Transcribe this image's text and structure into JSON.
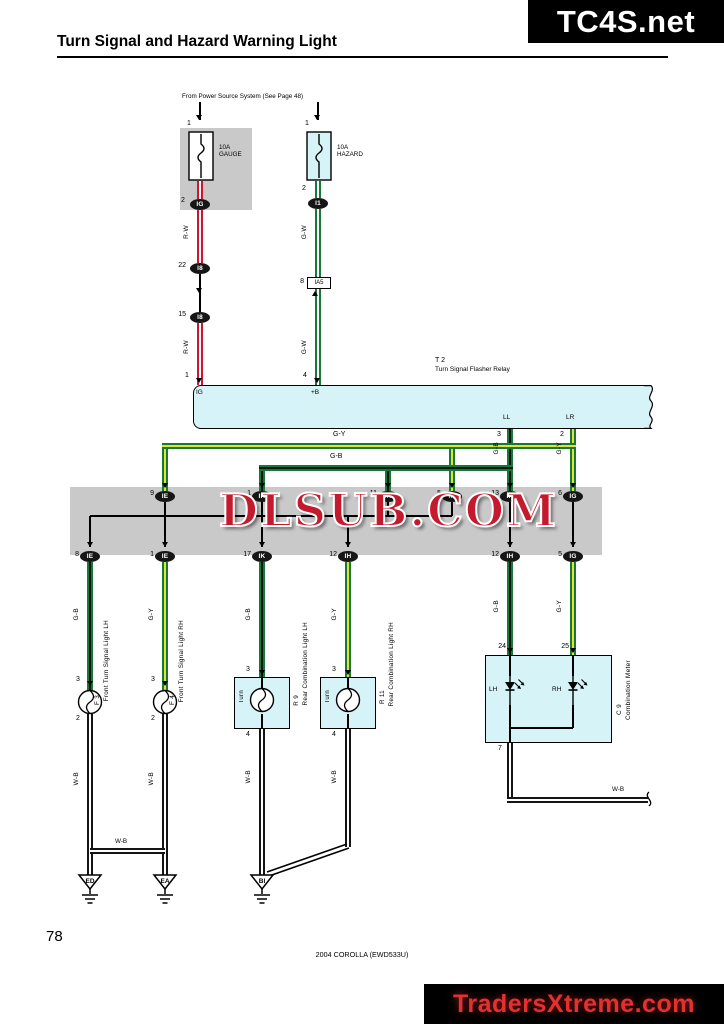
{
  "page": {
    "header": {
      "title": "Turn Signal and Hazard Warning Light",
      "site_badge": "TC4S.net"
    },
    "watermark": "DLSUB.COM",
    "footer": {
      "page_number": "78",
      "doc_ref": "2004 COROLLA (EWD533U)",
      "site_badge": "TradersXtreme.com"
    }
  },
  "wires": {
    "rw": "R-W",
    "gw": "G-W",
    "gy": "G-Y",
    "gb": "G-B",
    "wb": "W-B"
  },
  "diagram": {
    "source_note": "From Power Source System (See Page 48)",
    "fuse_gauge": {
      "pin_top": "1",
      "rating": "10A",
      "name": "GAUGE",
      "pin_bottom": "2",
      "connector": "IG"
    },
    "fuse_hazard": {
      "pin_top": "1",
      "rating": "10A",
      "name": "HAZARD",
      "pin_bottom": "2",
      "connector": "I1"
    },
    "junction_i8": {
      "pin_top": "22",
      "code_top": "I8",
      "pin_bottom": "15",
      "code_bottom": "I8"
    },
    "junction_ia5": {
      "pin": "8",
      "code": "IA5"
    },
    "relay": {
      "code": "T 2",
      "name": "Turn Signal Flasher Relay",
      "pin_ig": "1",
      "ig": "IG",
      "pin_b": "4",
      "b": "+B",
      "ll": "LL",
      "pin_ll": "3",
      "lr": "LR",
      "pin_lr": "2"
    },
    "band": {
      "top": [
        {
          "pin": "9",
          "code": "IE"
        },
        {
          "pin": "1",
          "code": "IK"
        },
        {
          "pin": "11",
          "code": "IH"
        },
        {
          "pin": "5",
          "code": "IH"
        },
        {
          "pin": "13",
          "code": "IH"
        },
        {
          "pin": "6",
          "code": "IG"
        }
      ],
      "bottom": [
        {
          "pin": "8",
          "code": "IE"
        },
        {
          "pin": "1",
          "code": "IE"
        },
        {
          "pin": "17",
          "code": "IK"
        },
        {
          "pin": "12",
          "code": "IH"
        },
        {
          "pin": "12",
          "code": "IH"
        },
        {
          "pin": "5",
          "code": "IG"
        }
      ]
    },
    "components": [
      {
        "code": "F 3",
        "name": "Front Turn Signal Light LH",
        "pin_in": "3",
        "pin_out": "2"
      },
      {
        "code": "F 4",
        "name": "Front Turn Signal Light RH",
        "pin_in": "3",
        "pin_out": "2"
      },
      {
        "code": "R 9",
        "name": "Rear Combination Light LH",
        "bulb": "Turn",
        "pin_in": "3",
        "pin_out": "4"
      },
      {
        "code": "R 11",
        "name": "Rear Combination Light RH",
        "bulb": "Turn",
        "pin_in": "3",
        "pin_out": "4"
      }
    ],
    "meter": {
      "code": "C 9",
      "name": "Combination Meter",
      "pin_lh": "24",
      "pin_rh": "25",
      "lh": "LH",
      "rh": "RH",
      "pin_out": "7"
    },
    "grounds": [
      {
        "code": "ED"
      },
      {
        "code": "EA"
      },
      {
        "code": "BI"
      }
    ]
  }
}
